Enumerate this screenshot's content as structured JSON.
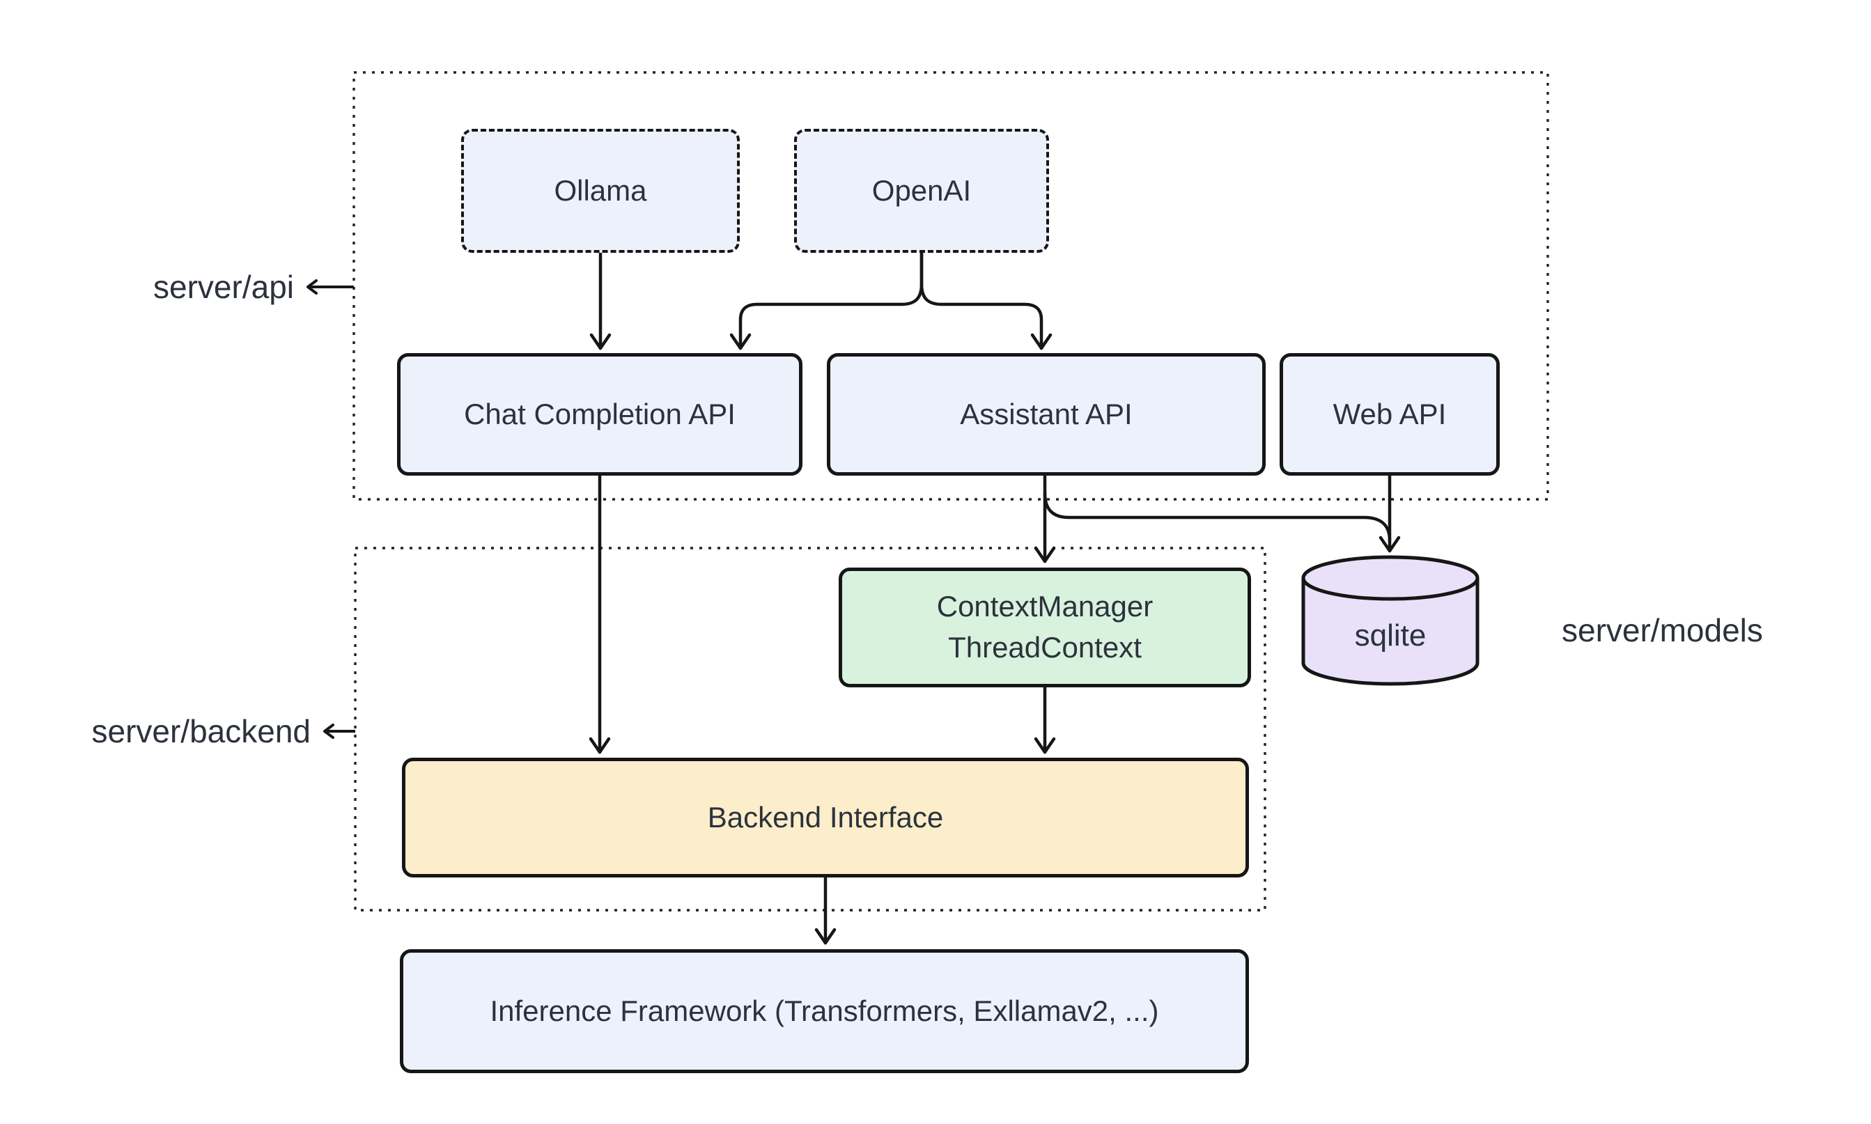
{
  "diagram": {
    "type": "architecture-flowchart",
    "background": "#ffffff"
  },
  "nodes": {
    "ollama": {
      "label": "Ollama",
      "style": "dashed",
      "fill": "#edf1fb"
    },
    "openai": {
      "label": "OpenAI",
      "style": "dashed",
      "fill": "#edf1fb"
    },
    "chat_completion_api": {
      "label": "Chat Completion API",
      "style": "solid",
      "fill": "#edf1fb"
    },
    "assistant_api": {
      "label": "Assistant API",
      "style": "solid",
      "fill": "#edf1fb"
    },
    "web_api": {
      "label": "Web API",
      "style": "solid",
      "fill": "#edf1fb"
    },
    "context_manager": {
      "line1": "ContextManager",
      "line2": "ThreadContext",
      "style": "solid",
      "fill": "#d8f2de"
    },
    "sqlite": {
      "label": "sqlite",
      "shape": "database-cylinder",
      "fill": "#e9e1f9"
    },
    "backend_interface": {
      "label": "Backend Interface",
      "style": "solid",
      "fill": "#fceecb"
    },
    "inference_framework": {
      "label": "Inference Framework (Transformers, Exllamav2, ...)",
      "style": "solid",
      "fill": "#edf1fb"
    }
  },
  "group_labels": {
    "server_api": "server/api",
    "server_backend": "server/backend",
    "server_models": "server/models"
  },
  "edges": [
    {
      "from": "Ollama",
      "to": "Chat Completion API",
      "arrow": true
    },
    {
      "from": "OpenAI",
      "to": "Chat Completion API",
      "arrow": true
    },
    {
      "from": "OpenAI",
      "to": "Assistant API",
      "arrow": true
    },
    {
      "from": "Chat Completion API",
      "to": "Backend Interface",
      "arrow": true
    },
    {
      "from": "Assistant API",
      "to": "ContextManager ThreadContext",
      "arrow": true
    },
    {
      "from": "Assistant API",
      "to": "sqlite",
      "arrow": true
    },
    {
      "from": "Web API",
      "to": "sqlite",
      "arrow": true
    },
    {
      "from": "ContextManager ThreadContext",
      "to": "Backend Interface",
      "arrow": true
    },
    {
      "from": "Backend Interface",
      "to": "Inference Framework (Transformers, Exllamav2, ...)",
      "arrow": true
    }
  ],
  "colors": {
    "stroke": "#161616",
    "container_dots": "#222222",
    "node_blue": "#edf1fb",
    "node_green": "#d8f2de",
    "node_yellow": "#fceecb",
    "node_purple": "#e9e1f9",
    "text": "#2c323c"
  }
}
